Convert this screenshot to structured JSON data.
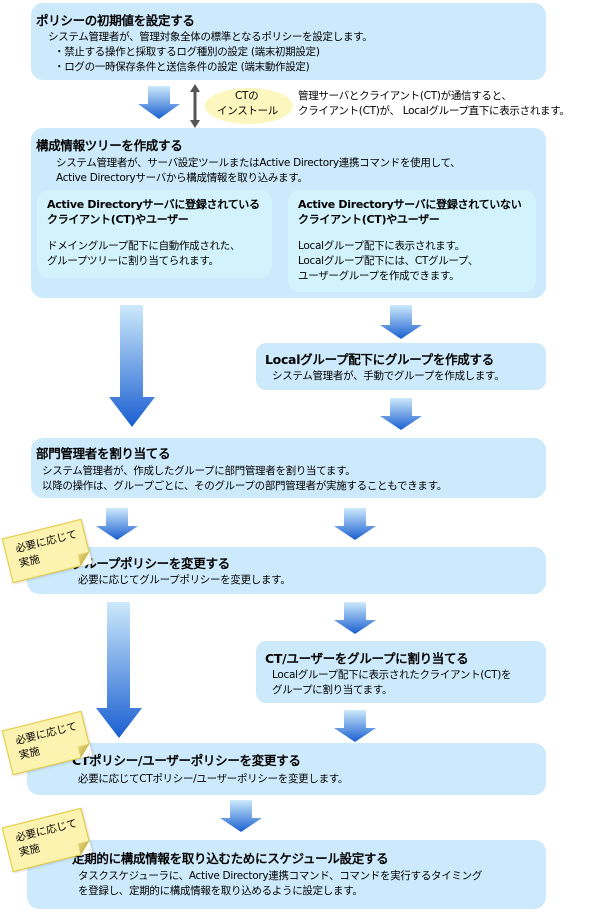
{
  "steps": {
    "initial_policy": {
      "title": "ポリシーの初期値を設定する",
      "lines": [
        "システム管理者が、管理対象全体の標準となるポリシーを設定します。",
        "・禁止する操作と採取するログ種別の設定 (端末初期設定)",
        "・ログの一時保存条件と送信条件の設定 (端末動作設定)"
      ]
    },
    "ct_install": {
      "bubble_line1": "CTの",
      "bubble_line2": "インストール",
      "lines": [
        "管理サーバとクライアント(CT)が通信すると、",
        "クライアント(CT)が、 Localグループ直下に表示されます。"
      ]
    },
    "config_tree": {
      "title": "構成情報ツリーを作成する",
      "lines": [
        "システム管理者が、サーバ設定ツールまたはActive Directory連携コマンドを使用して、",
        "Active Directoryサーバから構成情報を取り込みます。"
      ],
      "registered": {
        "title_lines": [
          "Active Directoryサーバに登録されている",
          "クライアント(CT)やユーザー"
        ],
        "lines": [
          "ドメイングループ配下に自動作成された、",
          "グループツリーに割り当てられます。"
        ]
      },
      "unregistered": {
        "title_lines": [
          "Active Directoryサーバに登録されていない",
          "クライアント(CT)やユーザー"
        ],
        "lines": [
          "Localグループ配下に表示されます。",
          "Localグループ配下には、CTグループ、",
          "ユーザーグループを作成できます。"
        ]
      }
    },
    "local_group": {
      "title": "Localグループ配下にグループを作成する",
      "lines": [
        "システム管理者が、手動でグループを作成します。"
      ]
    },
    "dept_admin": {
      "title": "部門管理者を割り当てる",
      "lines": [
        "システム管理者が、作成したグループに部門管理者を割り当てます。",
        "以降の操作は、グループごとに、そのグループの部門管理者が実施することもできます。"
      ]
    },
    "group_policy": {
      "title": "グループポリシーを変更する",
      "lines": [
        "必要に応じてグループポリシーを変更します。"
      ]
    },
    "assign_ct": {
      "title": "CT/ユーザーをグループに割り当てる",
      "lines": [
        "Localグループ配下に表示されたクライアント(CT)を",
        "グループに割り当てます。"
      ]
    },
    "ct_policy": {
      "title": "CTポリシー/ユーザーポリシーを変更する",
      "lines": [
        "必要に応じてCTポリシー/ユーザーポリシーを変更します。"
      ]
    },
    "schedule": {
      "title": "定期的に構成情報を取り込むためにスケジュール設定する",
      "lines": [
        "タスクスケジューラに、Active Directory連携コマンド、コマンドを実行するタイミング",
        "を登録し、定期的に構成情報を取り込めるように設定します。"
      ]
    }
  },
  "note_label": "必要に応じて\n実施",
  "colors": {
    "box": "#cdeafc",
    "inner_box": "#d3f3fc",
    "arrow_top": "#cdeafc",
    "arrow_bottom": "#1a5fd0",
    "note": "#fdf3b0",
    "bubble": "#fbf7be"
  }
}
